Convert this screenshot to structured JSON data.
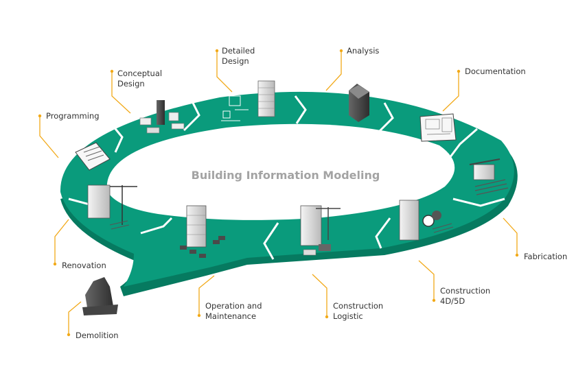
{
  "title": "Building Information Modeling",
  "colors": {
    "ring": "#0a9b7c",
    "ring_edge": "#067a60",
    "connector": "#f2a918",
    "text": "#333333",
    "title": "#a3a3a3"
  },
  "stages": [
    {
      "id": "programming",
      "line1": "Programming",
      "line2": "",
      "icon": "clipboard-icon"
    },
    {
      "id": "conceptual-design",
      "line1": "Conceptual",
      "line2": "Design",
      "icon": "massing-model-icon"
    },
    {
      "id": "detailed-design",
      "line1": "Detailed",
      "line2": "Design",
      "icon": "design-drawing-icon"
    },
    {
      "id": "analysis",
      "line1": "Analysis",
      "line2": "",
      "icon": "tower-model-icon"
    },
    {
      "id": "documentation",
      "line1": "Documentation",
      "line2": "",
      "icon": "floor-plan-icon"
    },
    {
      "id": "fabrication",
      "line1": "Fabrication",
      "line2": "",
      "icon": "factory-crane-icon"
    },
    {
      "id": "construction-4d-5d",
      "line1": "Construction",
      "line2": "4D/5D",
      "icon": "clock-cost-icon"
    },
    {
      "id": "construction-logistic",
      "line1": "Construction",
      "line2": "Logistic",
      "icon": "construction-site-icon"
    },
    {
      "id": "operation-maintenance",
      "line1": "Operation and",
      "line2": "Maintenance",
      "icon": "building-vehicles-icon"
    },
    {
      "id": "renovation",
      "line1": "Renovation",
      "line2": "",
      "icon": "scaffold-crane-icon"
    },
    {
      "id": "demolition",
      "line1": "Demolition",
      "line2": "",
      "icon": "rubble-icon"
    }
  ]
}
